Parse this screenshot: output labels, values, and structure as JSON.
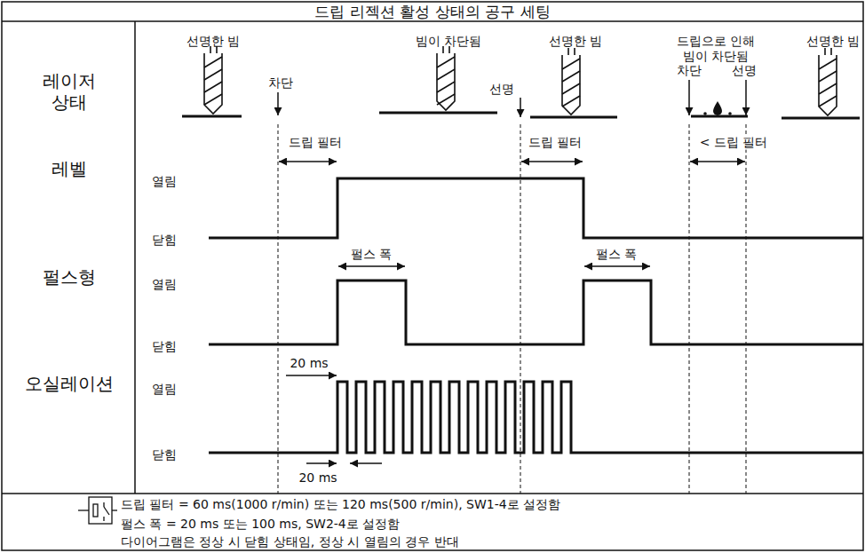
{
  "diagram": {
    "title": "드립 리젝션 활성 상태의 공구 세팅",
    "labels": [
      "선명한 빔",
      "빔이 차단됨",
      "선명한 빔",
      "드립으로 인해 빔이 차단됨",
      "선명한 빔",
      "레이저 상태",
      "차단",
      "선명",
      "차단",
      "선명",
      "드립 필터",
      "드립 필터",
      "< 드립 필터",
      "레벨",
      "열림",
      "닫힘",
      "펄스형",
      "열림",
      "펄스 폭",
      "펄스 폭",
      "닫힘",
      "오실레이션",
      "20 ms",
      "열림",
      "닫힘",
      "20 ms",
      "드립 필터 = 60 ms(1000 r/min) 또는 120 ms(500 r/min), SW1-4로 설정함",
      "펄스 폭 = 20 ms 또는 100 ms, SW2-4로 설정함",
      "다이어그램은 정상 시 닫힘 상태임, 정상 시 열림의 경우 반대"
    ]
  }
}
